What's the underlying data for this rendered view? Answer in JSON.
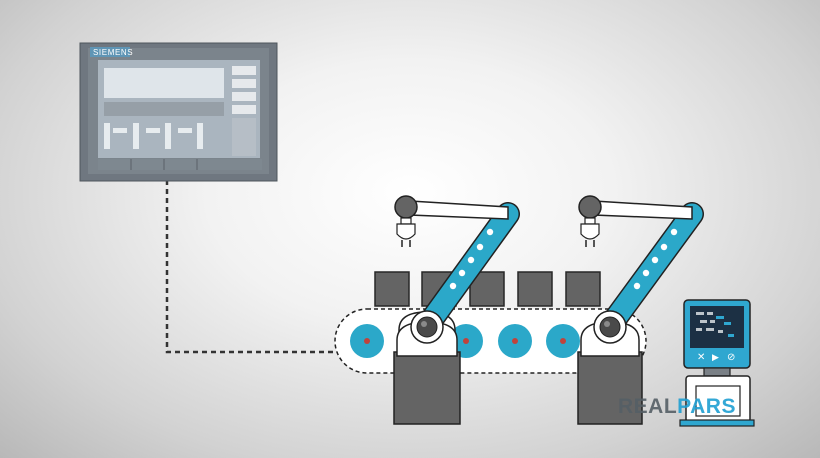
{
  "hmi": {
    "brand": "SIEMENS",
    "colors": {
      "bezel": "#6f7780",
      "screen": "#aab5bf",
      "accent": "#5f95b5"
    }
  },
  "conveyor": {
    "box_count": 5,
    "roller_count": 5,
    "colors": {
      "roller": "#2ba8c9",
      "box": "#646464",
      "belt": "#ffffff"
    }
  },
  "robots": [
    {
      "name": "robot-arm-1"
    },
    {
      "name": "robot-arm-2"
    }
  ],
  "panel": {
    "buttons": [
      {
        "icon": "close-icon",
        "glyph": "✕"
      },
      {
        "icon": "play-icon",
        "glyph": "▶"
      },
      {
        "icon": "stop-icon",
        "glyph": "⊘"
      }
    ],
    "colors": {
      "frame": "#2fa7d0",
      "screen": "#1c3044"
    }
  },
  "connection": {
    "style": "dashed",
    "color": "#333333"
  },
  "logo": {
    "text": "REALPARS",
    "part_a": "REAL",
    "part_b": "PARS",
    "colors": {
      "a": "#555f66",
      "b": "#1f9fd2"
    }
  }
}
